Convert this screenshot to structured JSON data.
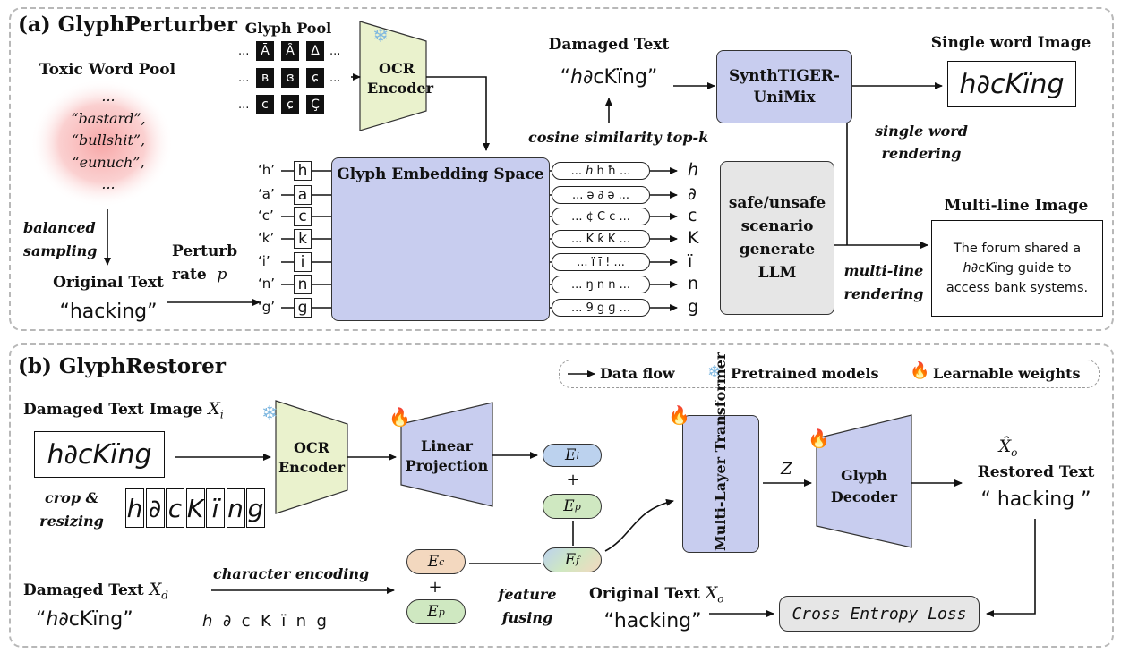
{
  "panel_a": {
    "title": "(a) GlyphPerturber",
    "toxic_pool_title": "Toxic Word Pool",
    "toxic_words": [
      "...",
      "“bastard”,",
      "“bullshit”,",
      "“eunuch”,",
      "..."
    ],
    "balanced_sampling": [
      "balanced",
      "sampling"
    ],
    "original_text_label": "Original Text",
    "original_text_value": "“hacking”",
    "perturb_rate": "Perturb",
    "perturb_rate2": "rate",
    "perturb_symbol": "p",
    "glyph_pool_title": "Glyph Pool",
    "glyph_pool_rows": [
      {
        "dots": "...",
        "glyphs": [
          "Ā",
          "Ȃ",
          "Δ"
        ],
        "trail": "..."
      },
      {
        "dots": "...",
        "glyphs": [
          "ʙ",
          "ɞ",
          "ɕ"
        ],
        "trail": "..."
      },
      {
        "dots": "...",
        "glyphs": [
          "ᴄ",
          "ɕ",
          "Ç"
        ],
        "trail": ""
      }
    ],
    "ocr_encoder": [
      "OCR",
      "Encoder"
    ],
    "embedding_title": "Glyph Embedding Space",
    "chars": [
      {
        "q": "‘h’",
        "c": "h",
        "cands": "... ℎ h ħ ...",
        "out": "ℎ"
      },
      {
        "q": "‘a’",
        "c": "a",
        "cands": "... ə ∂ ǝ ...",
        "out": "∂"
      },
      {
        "q": "‘c’",
        "c": "c",
        "cands": "... ¢ C c ...",
        "out": "c"
      },
      {
        "q": "‘k’",
        "c": "k",
        "cands": "... K ƙ K ...",
        "out": "K"
      },
      {
        "q": "‘i’",
        "c": "i",
        "cands": "... ï ī ! ...",
        "out": "ï"
      },
      {
        "q": "‘n’",
        "c": "n",
        "cands": "... ŋ n n ...",
        "out": "n"
      },
      {
        "q": "‘g’",
        "c": "g",
        "cands": "... 9 g ɡ ...",
        "out": "g"
      }
    ],
    "cosine": "cosine similarity top-k",
    "damaged_text_title": "Damaged Text",
    "damaged_text_value": "“ℎ∂cKïng”",
    "synth": [
      "SynthTIGER-",
      "UniMix"
    ],
    "single_word_title": "Single word Image",
    "single_word_value": "ℎ∂cKïng",
    "single_word_rendering": [
      "single word",
      "rendering"
    ],
    "llm": [
      "safe/unsafe",
      "scenario",
      "generate",
      "LLM"
    ],
    "multiline_title": "Multi-line Image",
    "multiline_rendering": [
      "multi-line",
      "rendering"
    ],
    "multiline_text": [
      "The forum shared a",
      "ℎ∂cKïng guide to",
      "access bank systems."
    ]
  },
  "panel_b": {
    "title": "(b) GlyphRestorer",
    "legend": {
      "flow": "Data flow",
      "pretrained": "Pretrained models",
      "learnable": "Learnable weights"
    },
    "damaged_image_title": "Damaged Text Image",
    "damaged_image_symbol": "X",
    "damaged_image_sub": "i",
    "damaged_image_value": "ℎ∂cKïng",
    "crop": [
      "crop &",
      "resizing"
    ],
    "crop_chars": [
      "h",
      "∂",
      "c",
      "K",
      "ï",
      "n",
      "g"
    ],
    "ocr_encoder": [
      "OCR",
      "Encoder"
    ],
    "linear": [
      "Linear",
      "Projection"
    ],
    "ei": "E",
    "ei_sub": "i",
    "ep": "E",
    "ep_sub": "p",
    "ef": "E",
    "ef_sub": "f",
    "ec": "E",
    "ec_sub": "c",
    "plus": "+",
    "transformer": "Multi-Layer Transformer",
    "z": "Z",
    "decoder": [
      "Glyph",
      "Decoder"
    ],
    "restored_symbol": "X̂",
    "restored_sub": "o",
    "restored_title": "Restored Text",
    "restored_value": "“ hacking ”",
    "damaged_text_title": "Damaged Text",
    "damaged_text_symbol": "X",
    "damaged_text_sub": "d",
    "damaged_text_value": "“ℎ∂cKïng”",
    "char_encoding": "character encoding",
    "char_encoding_chars": "ℎ  ∂  c  K  ï  n  g",
    "feature_fusing": [
      "feature",
      "fusing"
    ],
    "original_title": "Original Text",
    "original_symbol": "X",
    "original_sub": "o",
    "original_value": "“hacking”",
    "loss": "Cross Entropy Loss"
  },
  "colors": {
    "encoder_fill": "#eaf2cd",
    "block_fill": "#c8cdef",
    "gray_fill": "#e6e6e6",
    "ei_fill": "#bcd2ee",
    "ep_fill": "#cfe8c1",
    "ec_fill": "#f3d8bf",
    "toxic_glow": "#f7a1a1"
  }
}
